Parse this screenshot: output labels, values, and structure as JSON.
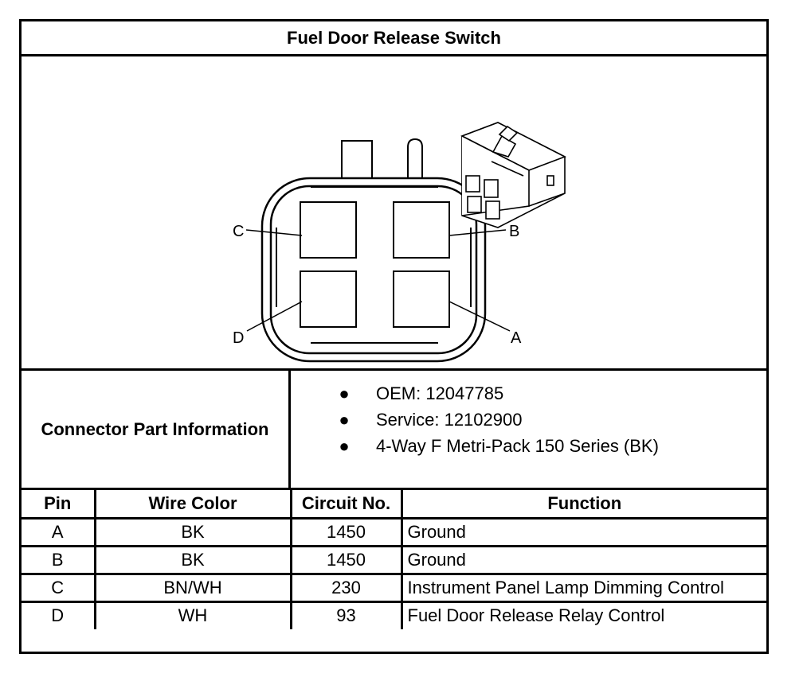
{
  "title": "Fuel Door Release Switch",
  "diagram": {
    "pin_labels": [
      "A",
      "B",
      "C",
      "D"
    ]
  },
  "connector_info": {
    "label": "Connector Part Information",
    "items": [
      "OEM: 12047785",
      "Service: 12102900",
      "4-Way F Metri-Pack 150 Series (BK)"
    ]
  },
  "pin_table": {
    "headers": [
      "Pin",
      "Wire Color",
      "Circuit No.",
      "Function"
    ],
    "rows": [
      [
        "A",
        "BK",
        "1450",
        "Ground"
      ],
      [
        "B",
        "BK",
        "1450",
        "Ground"
      ],
      [
        "C",
        "BN/WH",
        "230",
        "Instrument Panel Lamp Dimming Control"
      ],
      [
        "D",
        "WH",
        "93",
        "Fuel Door Release Relay Control"
      ]
    ]
  }
}
